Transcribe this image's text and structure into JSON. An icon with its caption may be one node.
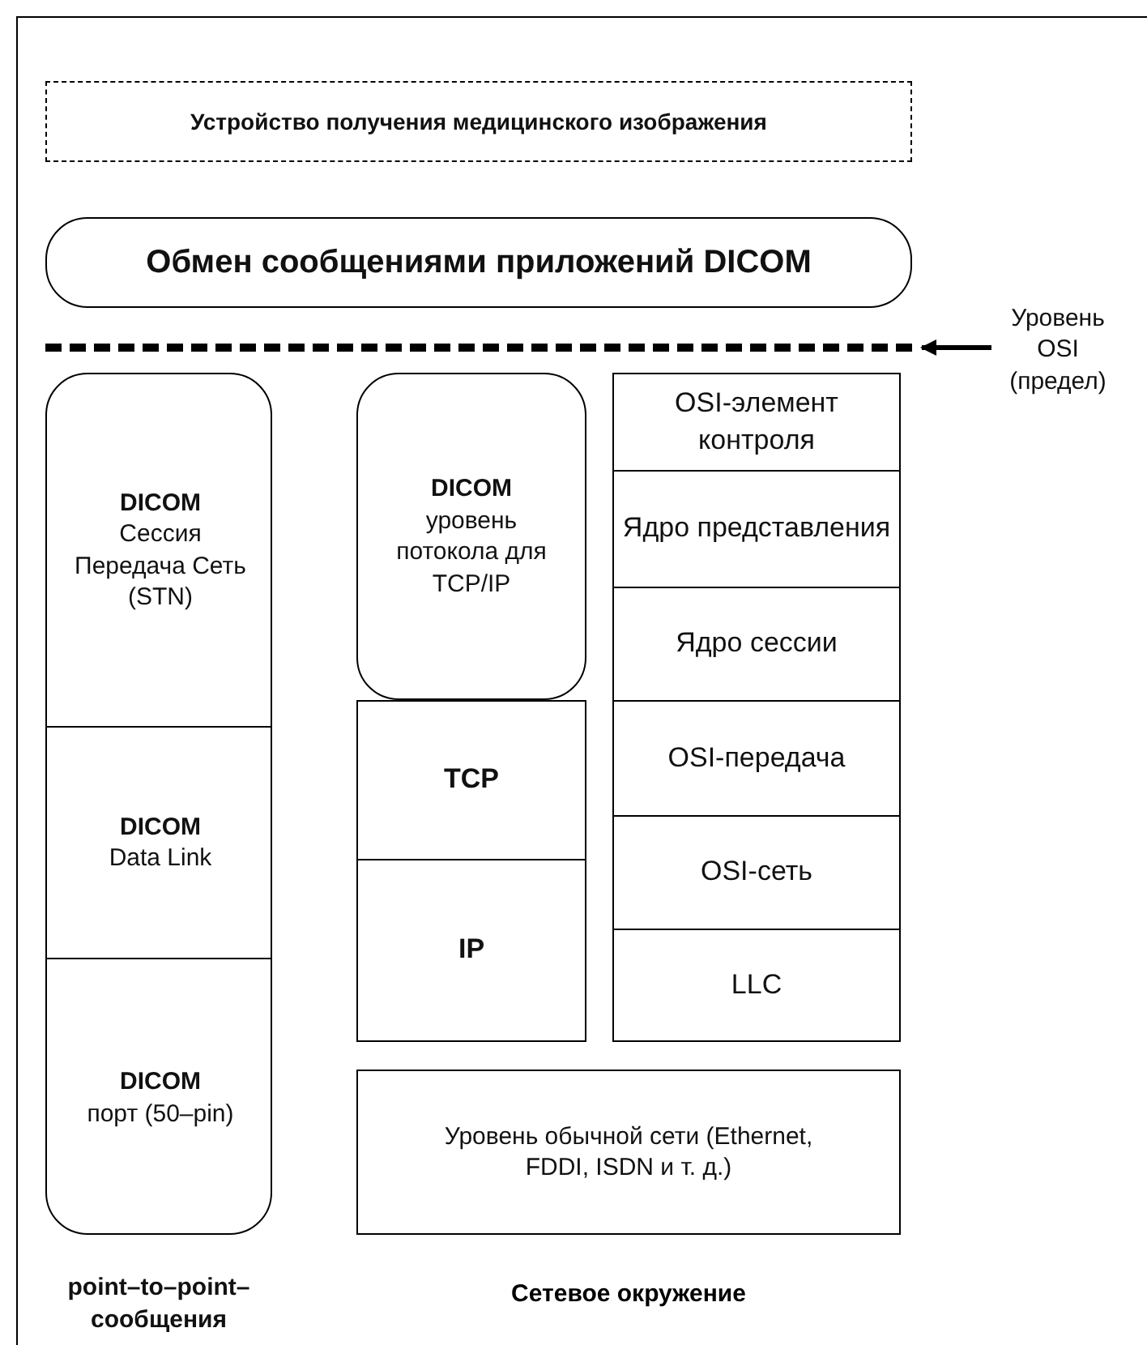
{
  "diagram": {
    "nodes": [
      {
        "text": [
          "Устройство получения медицинского изображения"
        ]
      },
      {
        "text": [
          "Обмен сообщениями приложений DICOM"
        ]
      },
      {
        "text": [],
        "shape": "bar"
      },
      {
        "text": [
          "Уровень OSI (предел)"
        ]
      },
      {
        "text": [
          "point–to–point–сообщения"
        ]
      },
      {
        "text": [
          "DICOM",
          "Сессия Передача Сеть (STN)"
        ],
        "in": 4
      },
      {
        "text": [
          "DICOM",
          "Data Link"
        ],
        "in": 4
      },
      {
        "text": [
          "DICOM",
          "порт (50–pin)"
        ],
        "in": 4
      },
      {
        "text": [
          "DICOM",
          "уровень потокола для TCP/IP"
        ]
      },
      {
        "text": [
          "TCP"
        ]
      },
      {
        "text": [
          "IP"
        ]
      },
      {
        "text": [
          "OSI-элемент контроля"
        ]
      },
      {
        "text": [
          "Ядро представления"
        ]
      },
      {
        "text": [
          "Ядро сессии"
        ]
      },
      {
        "text": [
          "OSI-передача"
        ]
      },
      {
        "text": [
          "OSI-сеть"
        ]
      },
      {
        "text": [
          "LLC"
        ]
      },
      {
        "text": [
          "Уровень обычной сети (Ethernet, FDDI, ISDN и т. д.)"
        ]
      }
    ],
    "edges": [
      {
        "from": 3,
        "to": 2,
        "arrow": "to"
      }
    ],
    "labels": [
      "Сетевое окружение"
    ]
  }
}
